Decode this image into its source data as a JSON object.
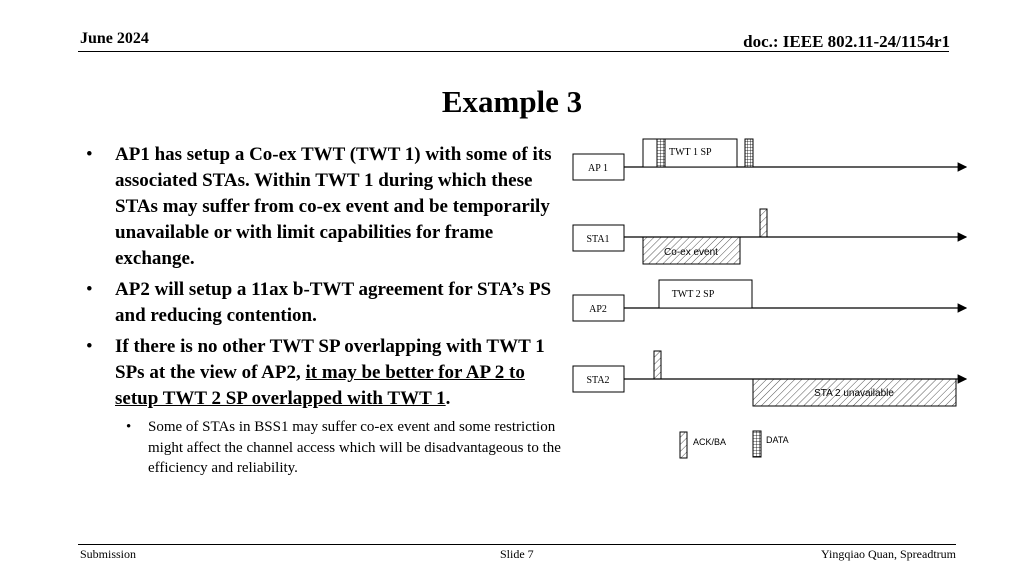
{
  "header": {
    "date": "June 2024",
    "doc": "doc.: IEEE 802.11-24/1154r1"
  },
  "title": "Example 3",
  "bullets": [
    {
      "text": "AP1 has setup a Co-ex TWT (TWT 1) with some of its associated STAs. Within TWT 1 during which these STAs may suffer from co-ex event and be temporarily unavailable or with limit capabilities for frame exchange."
    },
    {
      "text": "AP2 will setup a 11ax b-TWT agreement for STA’s PS and reducing contention."
    },
    {
      "text_a": "If there is no other TWT SP overlapping with TWT 1 SPs at the view of AP2, ",
      "text_u": "it may be better for AP 2 to setup TWT 2 SP overlapped with TWT 1",
      "text_b": "."
    }
  ],
  "sub_bullet": "Some of STAs in BSS1 may suffer co-ex event and some restriction might affect the channel access which will be disadvantageous to the efficiency and reliability.",
  "diagram": {
    "labels": {
      "ap1": "AP 1",
      "sta1": "STA1",
      "ap2": "AP2",
      "sta2": "STA2"
    },
    "twt1_sp": "TWT 1 SP",
    "coex_event": "Co-ex event",
    "twt2_sp": "TWT 2 SP",
    "sta2_unavailable": "STA 2 unavailable",
    "legend": {
      "ack": "ACK/BA",
      "data": "DATA"
    }
  },
  "footer": {
    "left": "Submission",
    "center": "Slide 7",
    "right": "Yingqiao Quan, Spreadtrum"
  }
}
